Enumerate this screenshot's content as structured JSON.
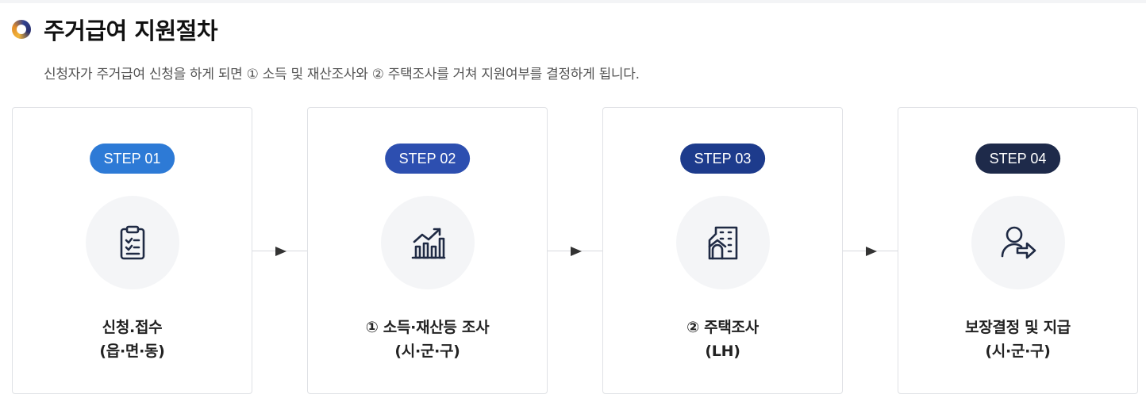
{
  "header": {
    "title": "주거급여 지원절차",
    "description": "신청자가 주거급여 신청을 하게 되면  ① 소득 및 재산조사와  ② 주택조사를 거쳐 지원여부를 결정하게 됩니다."
  },
  "steps": [
    {
      "badge": "STEP 01",
      "color": "#2d7ad6",
      "icon": "clipboard-icon",
      "line1": "신청.접수",
      "line2": "(읍·면·동)"
    },
    {
      "badge": "STEP 02",
      "color": "#2d4fb0",
      "icon": "bar-chart-growth-icon",
      "line1": "① 소득·재산등 조사",
      "line2": "(시·군·구)"
    },
    {
      "badge": "STEP 03",
      "color": "#1d3b8c",
      "icon": "building-icon",
      "line1": "② 주택조사",
      "line2": "(LH)"
    },
    {
      "badge": "STEP 04",
      "color": "#1e2a4a",
      "icon": "user-arrow-icon",
      "line1": "보장결정 및 지급",
      "line2": "(시·군·구)"
    }
  ]
}
